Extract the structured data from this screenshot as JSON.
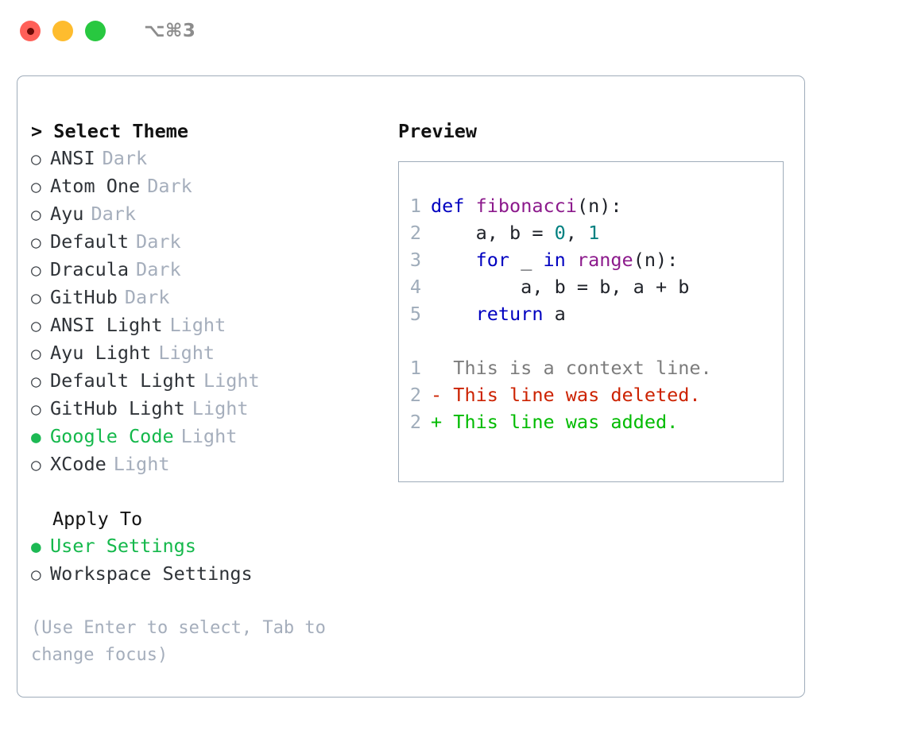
{
  "window": {
    "shortcut_label": "⌥⌘3",
    "traffic_lights": [
      {
        "name": "close",
        "color": "#ff6058"
      },
      {
        "name": "minimize",
        "color": "#febc2e"
      },
      {
        "name": "maximize",
        "color": "#28c840"
      }
    ]
  },
  "accent": {
    "selected_green": "#14b84b",
    "muted": "#a5aebc",
    "border": "#9facba",
    "keyword_blue": "#0000c0",
    "function_purple": "#8c1a8c",
    "number_teal": "#008080",
    "diff_deleted_red": "#cc2200",
    "diff_added_green": "#00bb00"
  },
  "theme_list": {
    "title": "> Select Theme",
    "items": [
      {
        "bullet": "○",
        "name": "ANSI",
        "tag": "Dark",
        "selected": false
      },
      {
        "bullet": "○",
        "name": "Atom One",
        "tag": "Dark",
        "selected": false
      },
      {
        "bullet": "○",
        "name": "Ayu",
        "tag": "Dark",
        "selected": false
      },
      {
        "bullet": "○",
        "name": "Default",
        "tag": "Dark",
        "selected": false
      },
      {
        "bullet": "○",
        "name": "Dracula",
        "tag": "Dark",
        "selected": false
      },
      {
        "bullet": "○",
        "name": "GitHub",
        "tag": "Dark",
        "selected": false
      },
      {
        "bullet": "○",
        "name": "ANSI Light",
        "tag": "Light",
        "selected": false
      },
      {
        "bullet": "○",
        "name": "Ayu Light",
        "tag": "Light",
        "selected": false
      },
      {
        "bullet": "○",
        "name": "Default Light",
        "tag": "Light",
        "selected": false
      },
      {
        "bullet": "○",
        "name": "GitHub Light",
        "tag": "Light",
        "selected": false
      },
      {
        "bullet": "●",
        "name": "Google Code",
        "tag": "Light",
        "selected": true
      },
      {
        "bullet": "○",
        "name": "XCode",
        "tag": "Light",
        "selected": false
      }
    ]
  },
  "apply_to": {
    "title": "Apply To",
    "items": [
      {
        "bullet": "●",
        "name": "User Settings",
        "selected": true
      },
      {
        "bullet": "○",
        "name": "Workspace Settings",
        "selected": false
      }
    ]
  },
  "hint": "(Use Enter to select, Tab to change focus)",
  "preview": {
    "title": "Preview",
    "code_lines": [
      {
        "num": "1",
        "tokens": [
          {
            "t": "def",
            "c": "kw"
          },
          {
            "t": " ",
            "c": "txt"
          },
          {
            "t": "fibonacci",
            "c": "fn"
          },
          {
            "t": "(n):",
            "c": "punc"
          }
        ]
      },
      {
        "num": "2",
        "tokens": [
          {
            "t": "    a, b = ",
            "c": "txt"
          },
          {
            "t": "0",
            "c": "num"
          },
          {
            "t": ", ",
            "c": "txt"
          },
          {
            "t": "1",
            "c": "num"
          }
        ]
      },
      {
        "num": "3",
        "tokens": [
          {
            "t": "    ",
            "c": "txt"
          },
          {
            "t": "for",
            "c": "kw"
          },
          {
            "t": " _ ",
            "c": "txt"
          },
          {
            "t": "in",
            "c": "kw"
          },
          {
            "t": " ",
            "c": "txt"
          },
          {
            "t": "range",
            "c": "fn"
          },
          {
            "t": "(n):",
            "c": "punc"
          }
        ]
      },
      {
        "num": "4",
        "tokens": [
          {
            "t": "        a, b = b, a + b",
            "c": "txt"
          }
        ]
      },
      {
        "num": "5",
        "tokens": [
          {
            "t": "    ",
            "c": "txt"
          },
          {
            "t": "return",
            "c": "kw"
          },
          {
            "t": " a",
            "c": "txt"
          }
        ]
      }
    ],
    "diff_lines": [
      {
        "num": "1",
        "tokens": [
          {
            "t": "  This is a context line.",
            "c": "ctx"
          }
        ]
      },
      {
        "num": "2",
        "tokens": [
          {
            "t": "- This line was deleted.",
            "c": "del"
          }
        ]
      },
      {
        "num": "2",
        "tokens": [
          {
            "t": "+ This line was added.",
            "c": "add"
          }
        ]
      }
    ]
  }
}
